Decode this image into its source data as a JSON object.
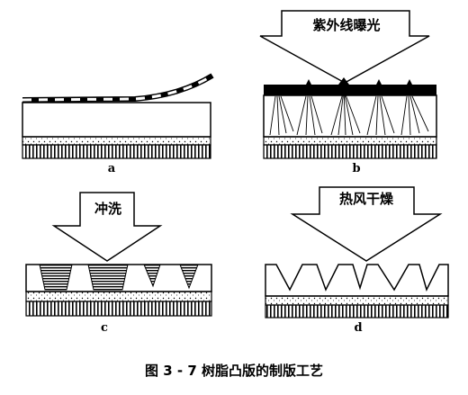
{
  "panels": {
    "a": {
      "label": "a"
    },
    "b": {
      "label": "b",
      "arrow_text": "紫外线曝光"
    },
    "c": {
      "label": "c",
      "arrow_text": "冲洗"
    },
    "d": {
      "label": "d",
      "arrow_text": "热风干燥"
    }
  },
  "caption": "图 3 - 7   树脂凸版的制版工艺"
}
